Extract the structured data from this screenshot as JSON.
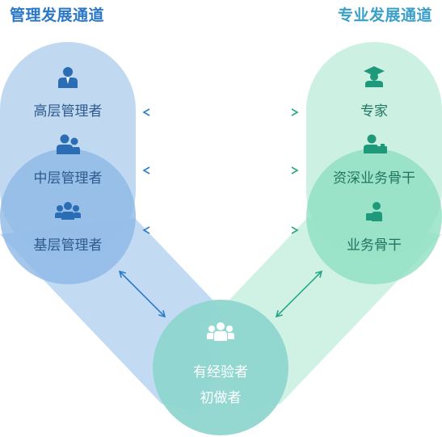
{
  "headings": {
    "management": "管理发展通道",
    "professional": "专业发展通道"
  },
  "management_levels": [
    {
      "label": "高层管理者",
      "icon": "single-person-icon"
    },
    {
      "label": "中层管理者",
      "icon": "two-people-icon"
    },
    {
      "label": "基层管理者",
      "icon": "team-icon"
    }
  ],
  "professional_levels": [
    {
      "label": "专家",
      "icon": "graduate-icon"
    },
    {
      "label": "资深业务骨干",
      "icon": "senior-worker-icon"
    },
    {
      "label": "业务骨干",
      "icon": "worker-icon"
    }
  ],
  "entry": {
    "line1": "有经验者",
    "line2": "初做者",
    "icon": "group-icon"
  },
  "colors": {
    "management_heading": "#2b77c8",
    "professional_heading": "#3aa0c8",
    "management_fill": "#b9d5f0",
    "management_fill_dark": "#8db8e6",
    "professional_fill": "#c7f0df",
    "professional_fill_dark": "#8fe0c2",
    "entry_fill": "#8fd6cf",
    "arrow_blue": "#2c7cc7",
    "arrow_green": "#2aa787"
  }
}
